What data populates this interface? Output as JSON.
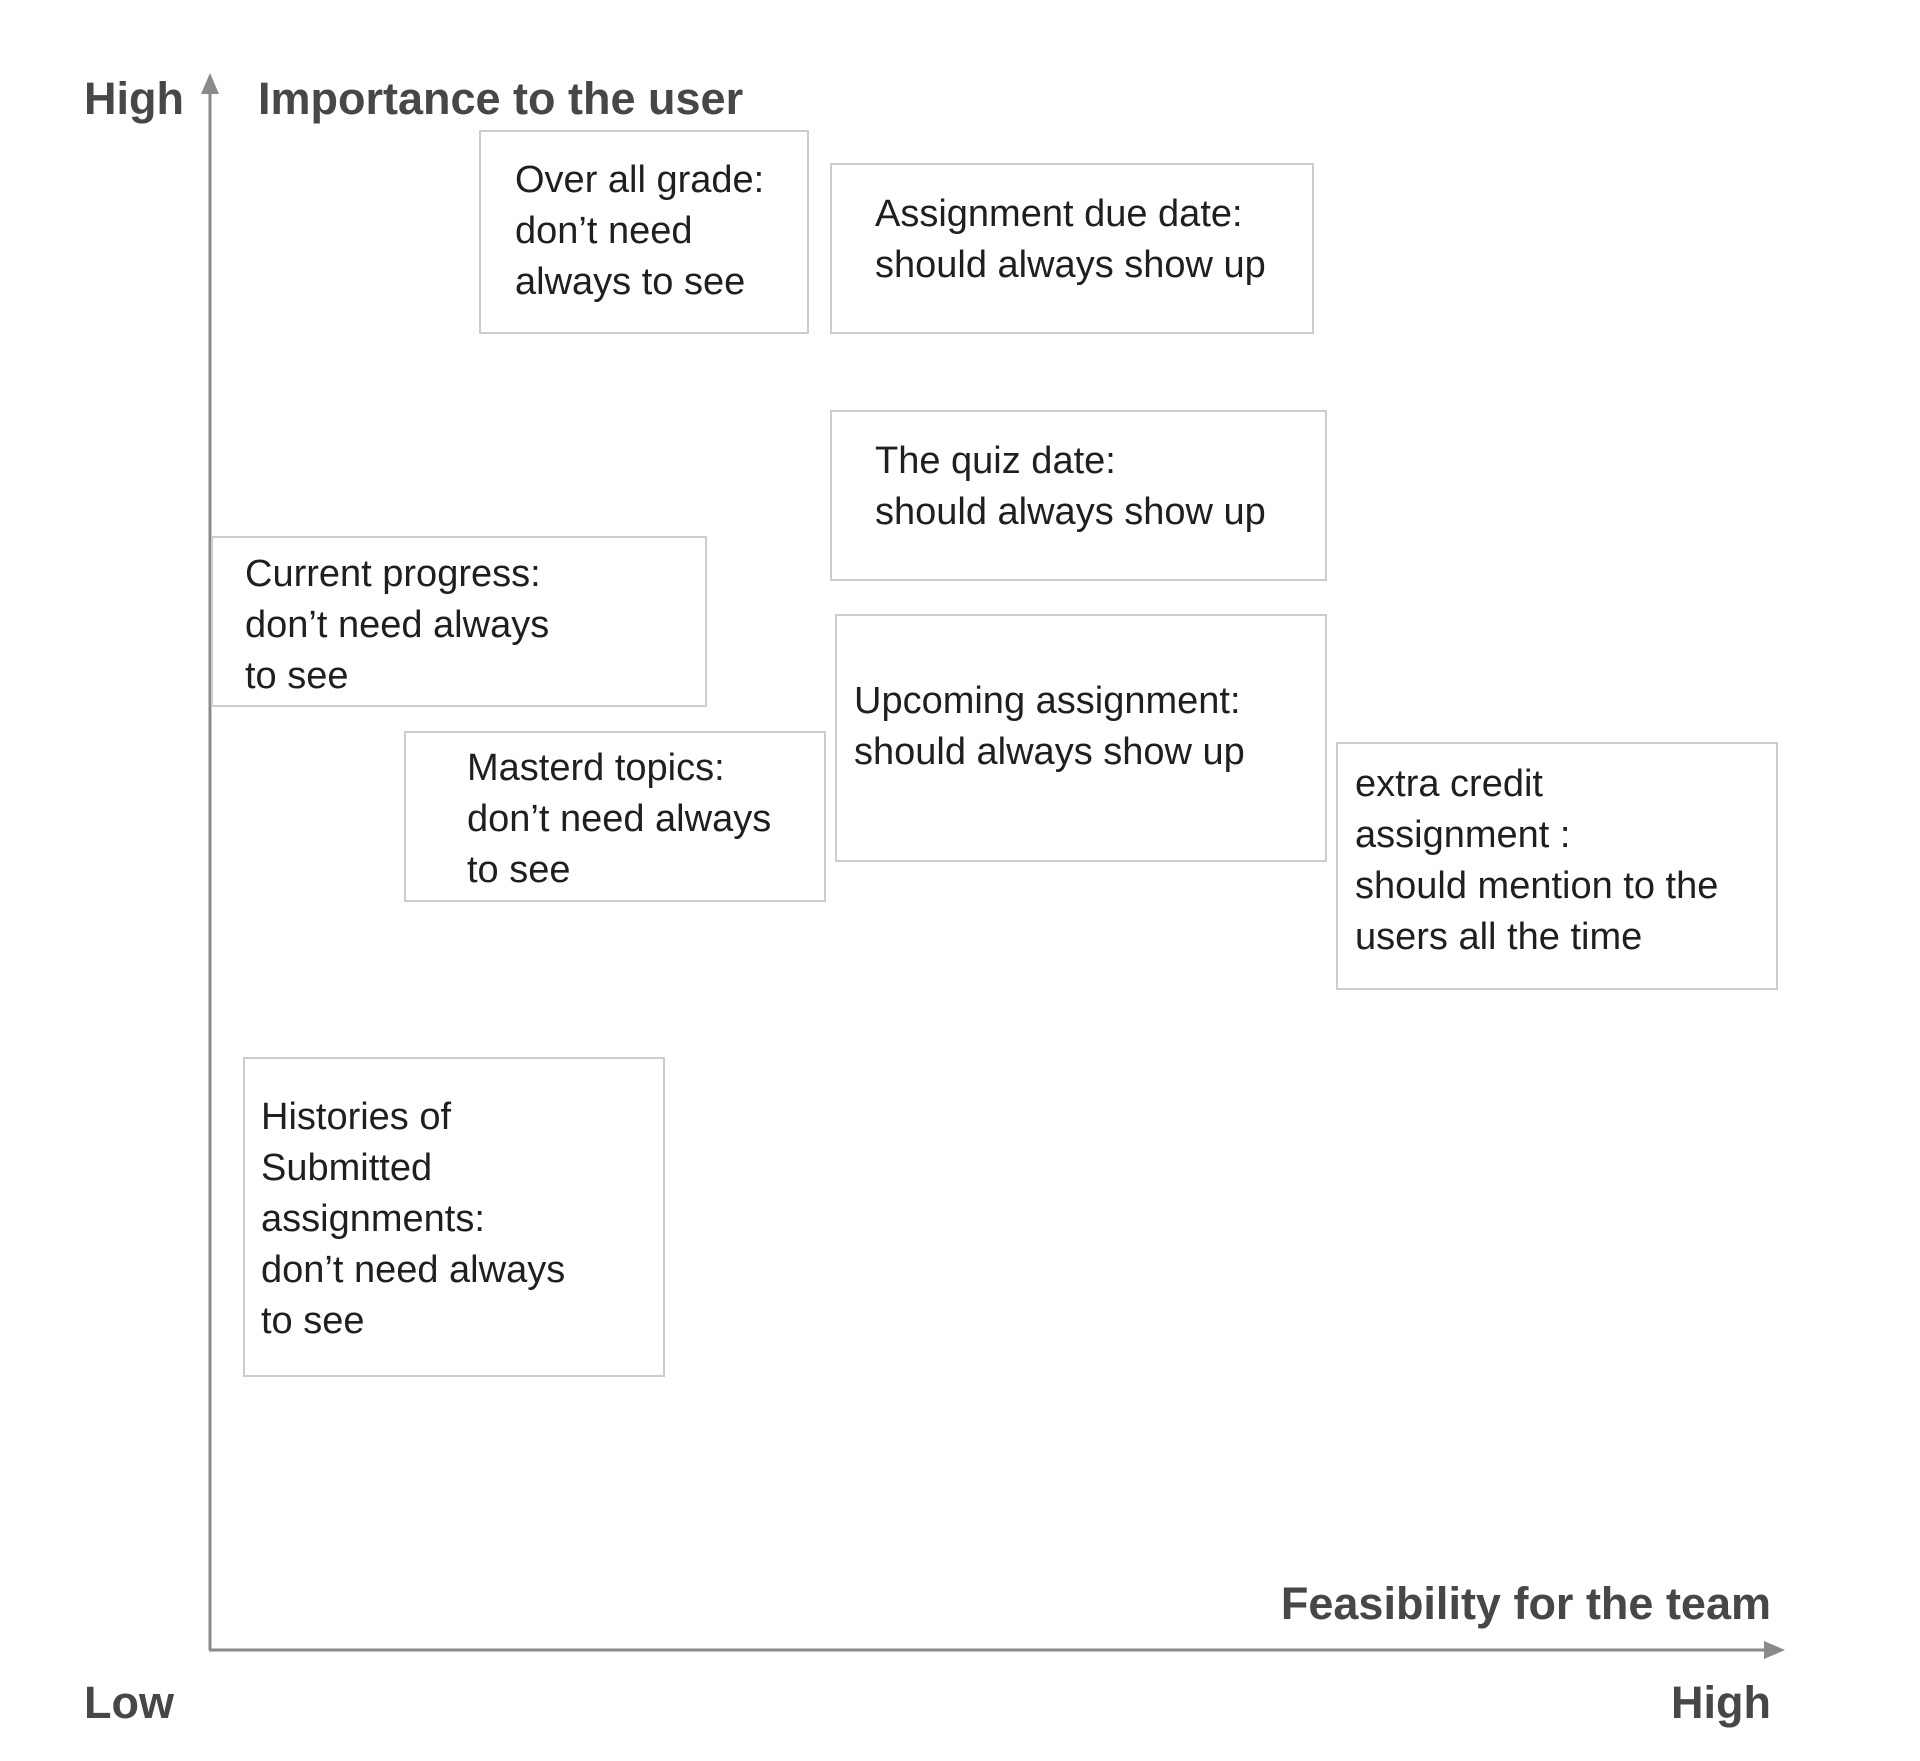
{
  "axes": {
    "y_title": "Importance to the user",
    "y_high": "High",
    "x_title": "Feasibility for the team",
    "x_low": "Low",
    "x_high": "High",
    "color": "#8a8a8a"
  },
  "notes": [
    {
      "id": "overall-grade",
      "lines": [
        "Over all grade:",
        "don’t need",
        "always to see"
      ]
    },
    {
      "id": "assignment-due-date",
      "lines": [
        "Assignment due date:",
        "should always show up"
      ]
    },
    {
      "id": "quiz-date",
      "lines": [
        "The quiz date:",
        "should always show up"
      ]
    },
    {
      "id": "current-progress",
      "lines": [
        "Current progress:",
        "don’t need always",
        "to see"
      ]
    },
    {
      "id": "upcoming-assignment",
      "lines": [
        "Upcoming assignment:",
        "should always show up"
      ]
    },
    {
      "id": "extra-credit",
      "lines": [
        "extra credit",
        "assignment :",
        "should mention to the",
        "users all the time"
      ]
    },
    {
      "id": "mastered-topics",
      "lines": [
        "Masterd topics:",
        "don’t need always",
        "to see"
      ]
    },
    {
      "id": "submitted-histories",
      "lines": [
        "Histories of",
        "Submitted",
        "assignments:",
        "don’t need always",
        "to see"
      ]
    }
  ]
}
